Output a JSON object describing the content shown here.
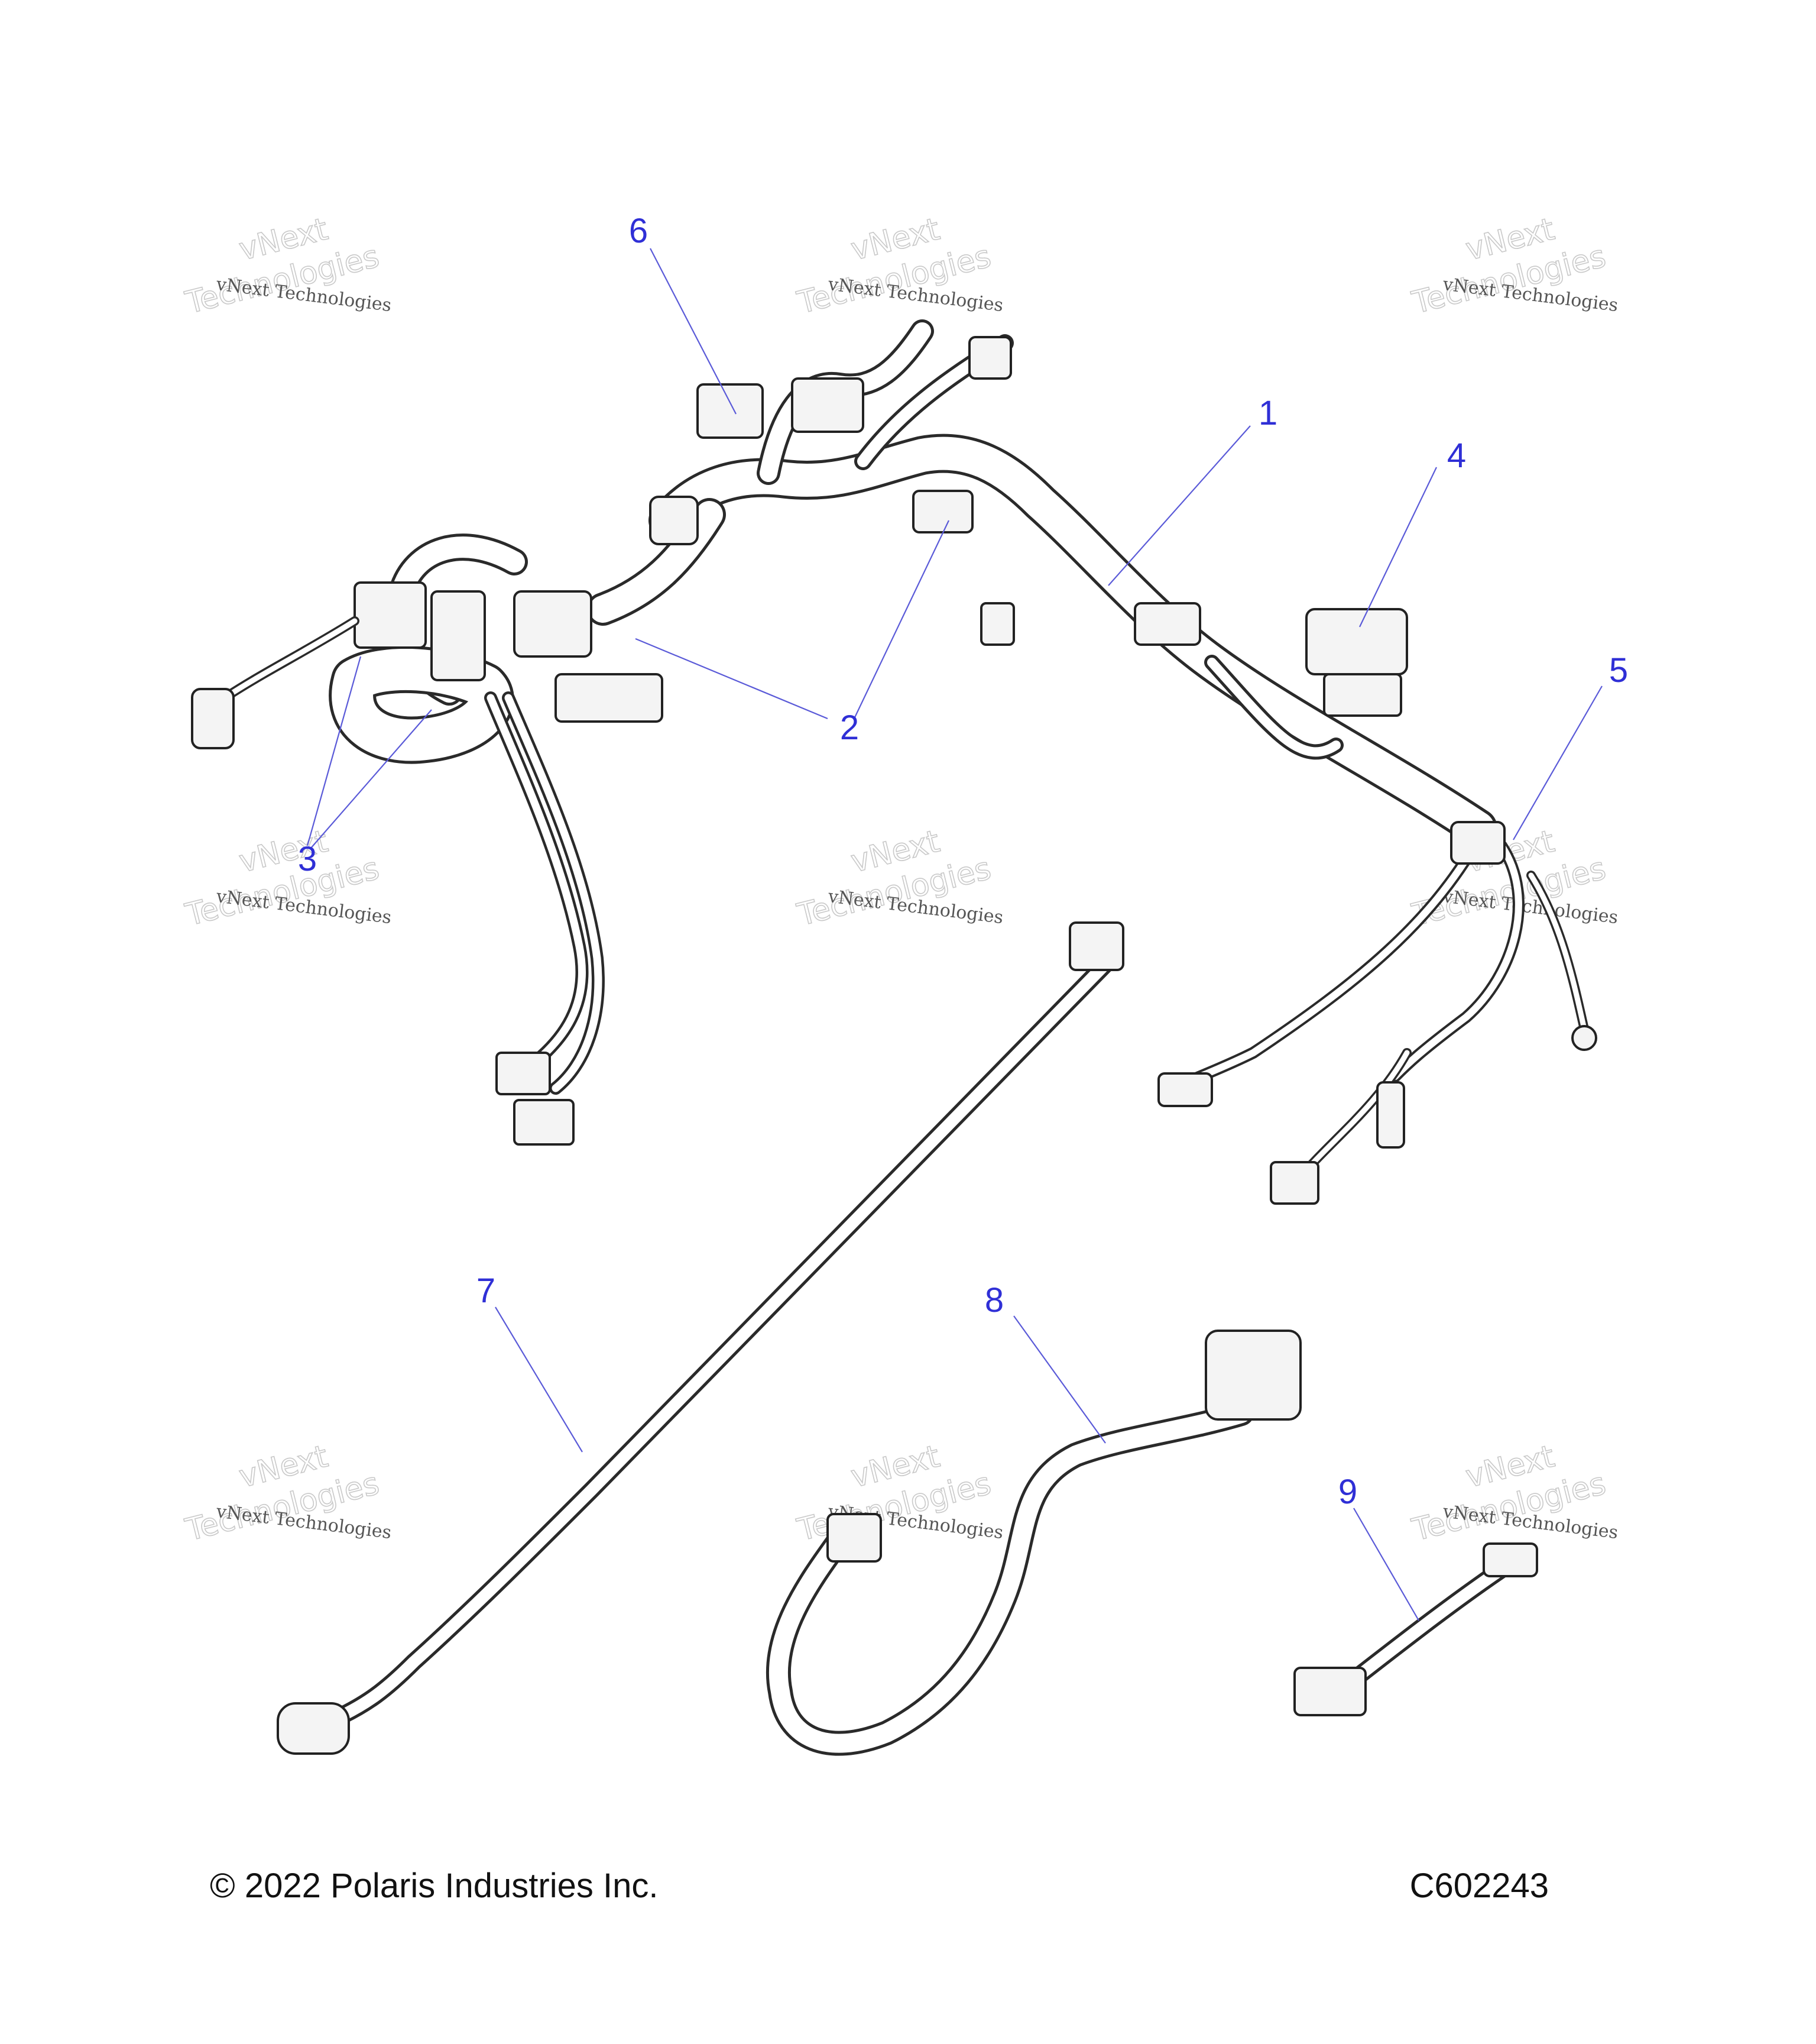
{
  "callouts": [
    {
      "id": "1",
      "label": "1"
    },
    {
      "id": "2",
      "label": "2"
    },
    {
      "id": "3",
      "label": "3"
    },
    {
      "id": "4",
      "label": "4"
    },
    {
      "id": "5",
      "label": "5"
    },
    {
      "id": "6",
      "label": "6"
    },
    {
      "id": "7",
      "label": "7"
    },
    {
      "id": "8",
      "label": "8"
    },
    {
      "id": "9",
      "label": "9"
    }
  ],
  "watermark": {
    "line1": "vNext Technologies",
    "line2a": "vNext",
    "line2b": "Technologies"
  },
  "footer": {
    "copyright": "© 2022 Polaris Industries Inc.",
    "drawing_number": "C602243"
  }
}
